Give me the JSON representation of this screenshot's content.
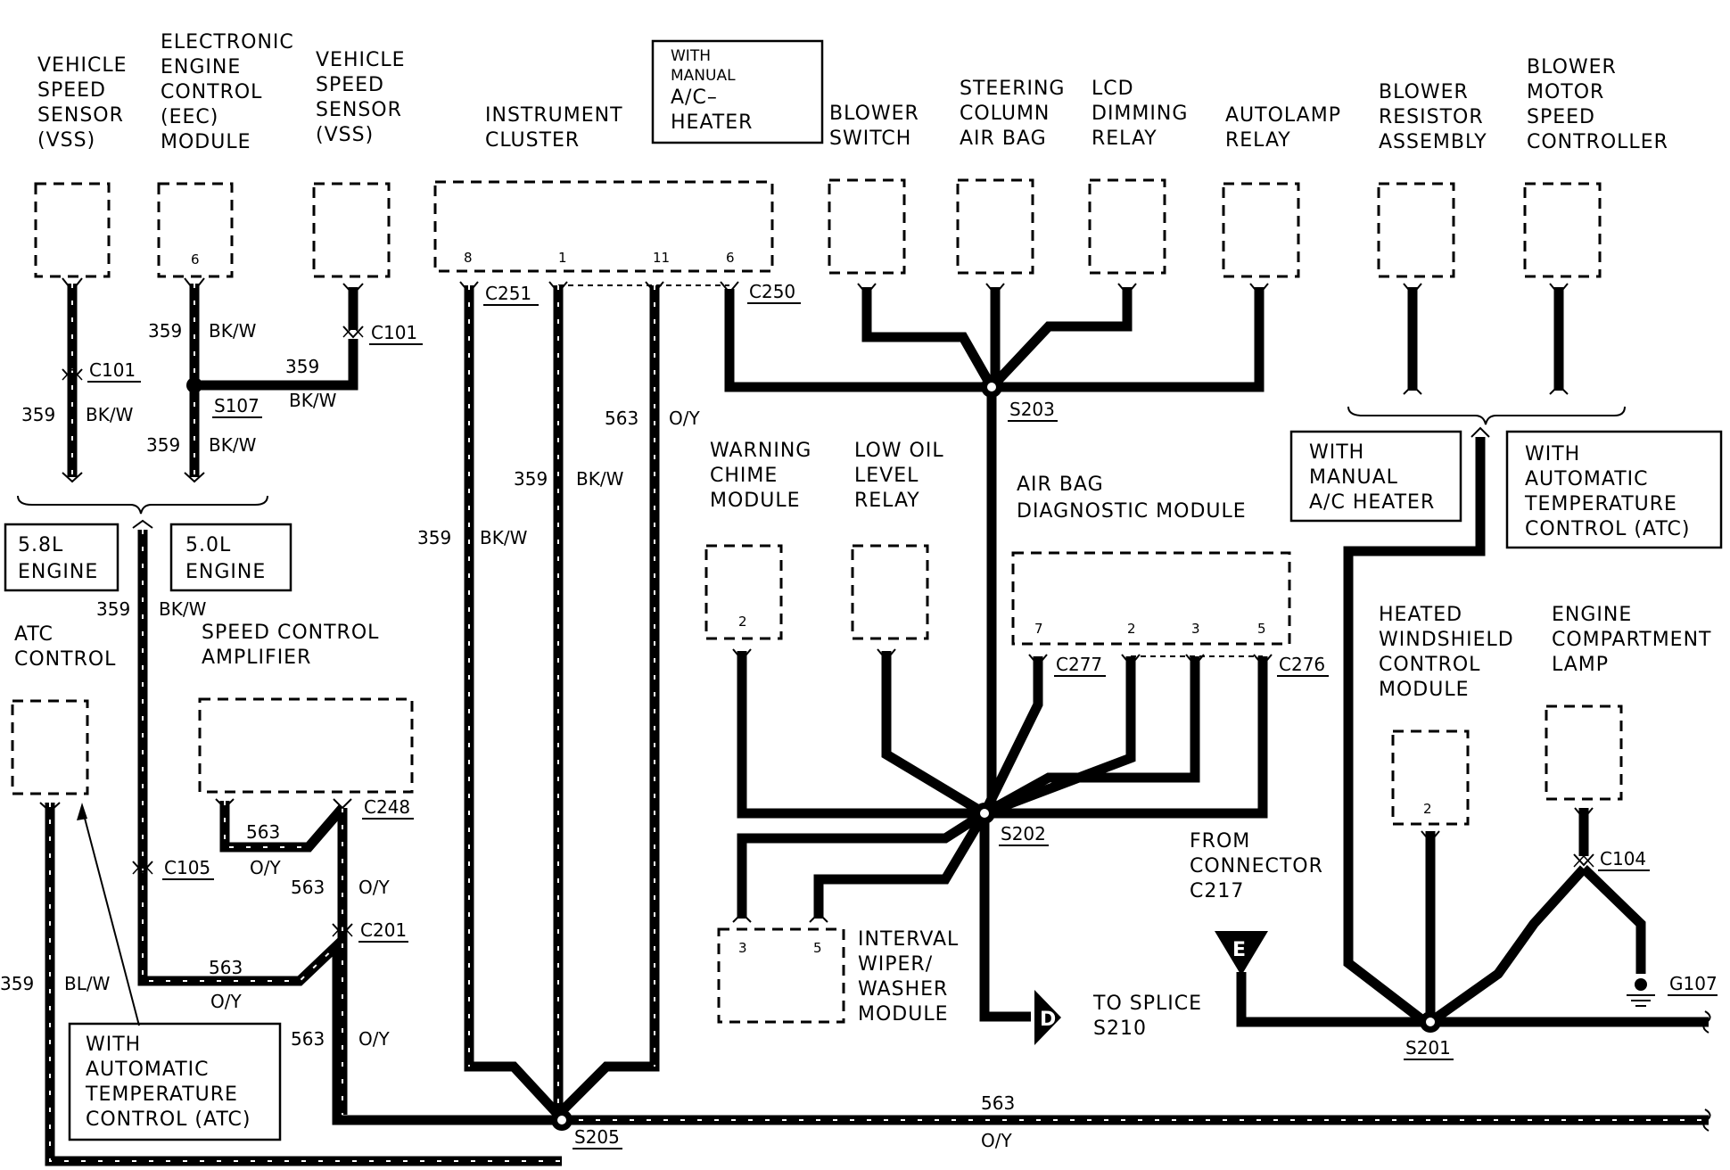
{
  "components": {
    "vss_left": [
      "VEHICLE",
      "SPEED",
      "SENSOR",
      "(VSS)"
    ],
    "eec": [
      "ELECTRONIC",
      "ENGINE",
      "CONTROL",
      "(EEC)",
      "MODULE"
    ],
    "vss_right": [
      "VEHICLE",
      "SPEED",
      "SENSOR",
      "(VSS)"
    ],
    "instrument_cluster": [
      "INSTRUMENT",
      "CLUSTER"
    ],
    "with_manual_ac_top": [
      "WITH",
      "MANUAL",
      "A/C–",
      "HEATER"
    ],
    "blower_switch": [
      "BLOWER",
      "SWITCH"
    ],
    "steering_air_bag": [
      "STEERING",
      "COLUMN",
      "AIR BAG"
    ],
    "lcd_dimming": [
      "LCD",
      "DIMMING",
      "RELAY"
    ],
    "autolamp": [
      "AUTOLAMP",
      "RELAY"
    ],
    "blower_resistor": [
      "BLOWER",
      "RESISTOR",
      "ASSEMBLY"
    ],
    "blower_motor": [
      "BLOWER",
      "MOTOR",
      "SPEED",
      "CONTROLLER"
    ],
    "engine_58": [
      "5.8L",
      "ENGINE"
    ],
    "engine_50": [
      "5.0L",
      "ENGINE"
    ],
    "atc_control": [
      "ATC",
      "CONTROL"
    ],
    "speed_control": [
      "SPEED CONTROL",
      "AMPLIFIER"
    ],
    "warning_chime": [
      "WARNING",
      "CHIME",
      "MODULE"
    ],
    "low_oil": [
      "LOW OIL",
      "LEVEL",
      "RELAY"
    ],
    "air_bag_diag": [
      "AIR BAG",
      "DIAGNOSTIC MODULE"
    ],
    "with_manual_ac_right": [
      "WITH",
      "MANUAL",
      "A/C HEATER"
    ],
    "with_atc_right": [
      "WITH",
      "AUTOMATIC",
      "TEMPERATURE",
      "CONTROL (ATC)"
    ],
    "heated_windshield": [
      "HEATED",
      "WINDSHIELD",
      "CONTROL",
      "MODULE"
    ],
    "engine_lamp": [
      "ENGINE",
      "COMPARTMENT",
      "LAMP"
    ],
    "interval_wiper": [
      "INTERVAL",
      "WIPER/",
      "WASHER",
      "MODULE"
    ],
    "with_atc_left": [
      "WITH",
      "AUTOMATIC",
      "TEMPERATURE",
      "CONTROL (ATC)"
    ],
    "from_connector": [
      "FROM",
      "CONNECTOR",
      "C217"
    ],
    "to_splice": [
      "TO SPLICE",
      "S210"
    ]
  },
  "pins": {
    "eec": "6",
    "cluster_8": "8",
    "cluster_1": "1",
    "cluster_11": "11",
    "cluster_6": "6",
    "chime": "2",
    "diag_7": "7",
    "diag_2": "2",
    "diag_3": "3",
    "diag_5": "5",
    "heated_ws": "2",
    "wiper_3": "3",
    "wiper_5": "5"
  },
  "connectors": {
    "c101_a": "C101",
    "c101_b": "C101",
    "s107": "S107",
    "c251": "C251",
    "c250": "C250",
    "s203": "S203",
    "c248": "C248",
    "c105": "C105",
    "c201": "C201",
    "c277": "C277",
    "c276": "C276",
    "s202": "S202",
    "c104": "C104",
    "g107": "G107",
    "s201": "S201",
    "s205": "S205"
  },
  "symbols": {
    "e": "E",
    "d": "D"
  },
  "wires": {
    "w359_bkw_a_num": "359",
    "w359_bkw_a_col": "BK/W",
    "w359_bkw_b_num": "359",
    "w359_bkw_b_col": "BK/W",
    "w359_s107_num": "359",
    "w359_s107_col": "BK/W",
    "w359_bkw_c_num": "359",
    "w359_bkw_c_col": "BK/W",
    "w563_oy_a_num": "563",
    "w563_oy_a_col": "O/Y",
    "w359_bkw_d_num": "359",
    "w359_bkw_d_col": "BK/W",
    "w359_bkw_e_num": "359",
    "w359_bkw_e_col": "BK/W",
    "w359_bkw_f_num": "359",
    "w359_bkw_f_col": "BK/W",
    "w563_sc_num": "563",
    "w563_sc_col": "O/Y",
    "w563_c248_num": "563",
    "w563_c248_col": "O/Y",
    "w563_c105_num": "563",
    "w563_c105_col": "O/Y",
    "w563_c201_num": "563",
    "w563_c201_col": "O/Y",
    "w359_blw_num": "359",
    "w359_blw_col": "BL/W",
    "w563_main_num": "563",
    "w563_main_col": "O/Y"
  }
}
